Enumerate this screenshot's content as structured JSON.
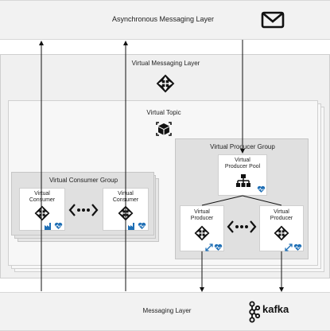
{
  "async_layer": {
    "label": "Asynchronous Messaging Layer",
    "icon": "mail-icon"
  },
  "virtual_messaging_layer": {
    "label": "Virtual Messaging Layer",
    "icon": "router-icon"
  },
  "virtual_topic": {
    "label": "Virtual Topic",
    "icon": "cube-icon"
  },
  "producer_group": {
    "label": "Virtual Producer Group",
    "pool": {
      "line1": "Virtual",
      "line2": "Producer Pool",
      "icon": "hierarchy-icon"
    },
    "producers": [
      {
        "line1": "Virtual",
        "line2": "Producer"
      },
      {
        "line1": "Virtual",
        "line2": "Producer"
      }
    ]
  },
  "consumer_group": {
    "label": "Virtual Consumer Group",
    "consumers": [
      {
        "line1": "Virtual",
        "line2": "Consumer"
      },
      {
        "line1": "Virtual",
        "line2": "Consumer"
      }
    ]
  },
  "messaging_layer": {
    "label": "Messaging Layer",
    "logo_text": "kafka",
    "icon": "kafka-logo-icon"
  },
  "colors": {
    "accent_blue": "#1f6fb5",
    "dark": "#111111"
  }
}
